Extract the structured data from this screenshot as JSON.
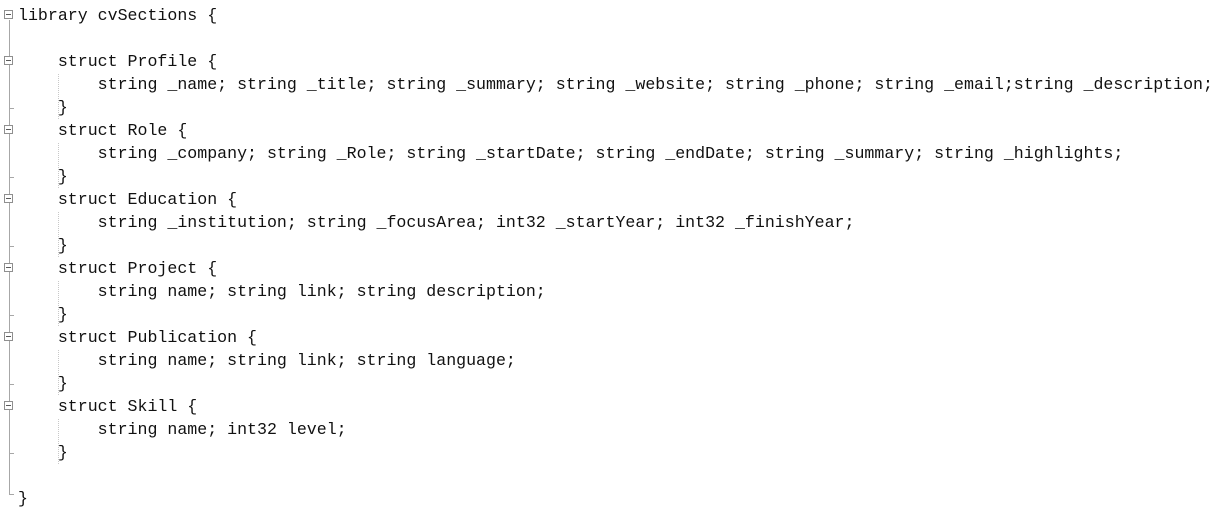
{
  "editor": {
    "lines": [
      "library cvSections {",
      "",
      "    struct Profile {",
      "        string _name; string _title; string _summary; string _website; string _phone; string _email;string _description;",
      "    }",
      "    struct Role {",
      "        string _company; string _Role; string _startDate; string _endDate; string _summary; string _highlights;",
      "    }",
      "    struct Education {",
      "        string _institution; string _focusArea; int32 _startYear; int32 _finishYear;",
      "    }",
      "    struct Project {",
      "        string name; string link; string description;",
      "    }",
      "    struct Publication {",
      "        string name; string link; string language;",
      "    }",
      "    struct Skill {",
      "        string name; int32 level;",
      "    }",
      "",
      "}"
    ],
    "fold_icon": "fold-minus-icon"
  }
}
